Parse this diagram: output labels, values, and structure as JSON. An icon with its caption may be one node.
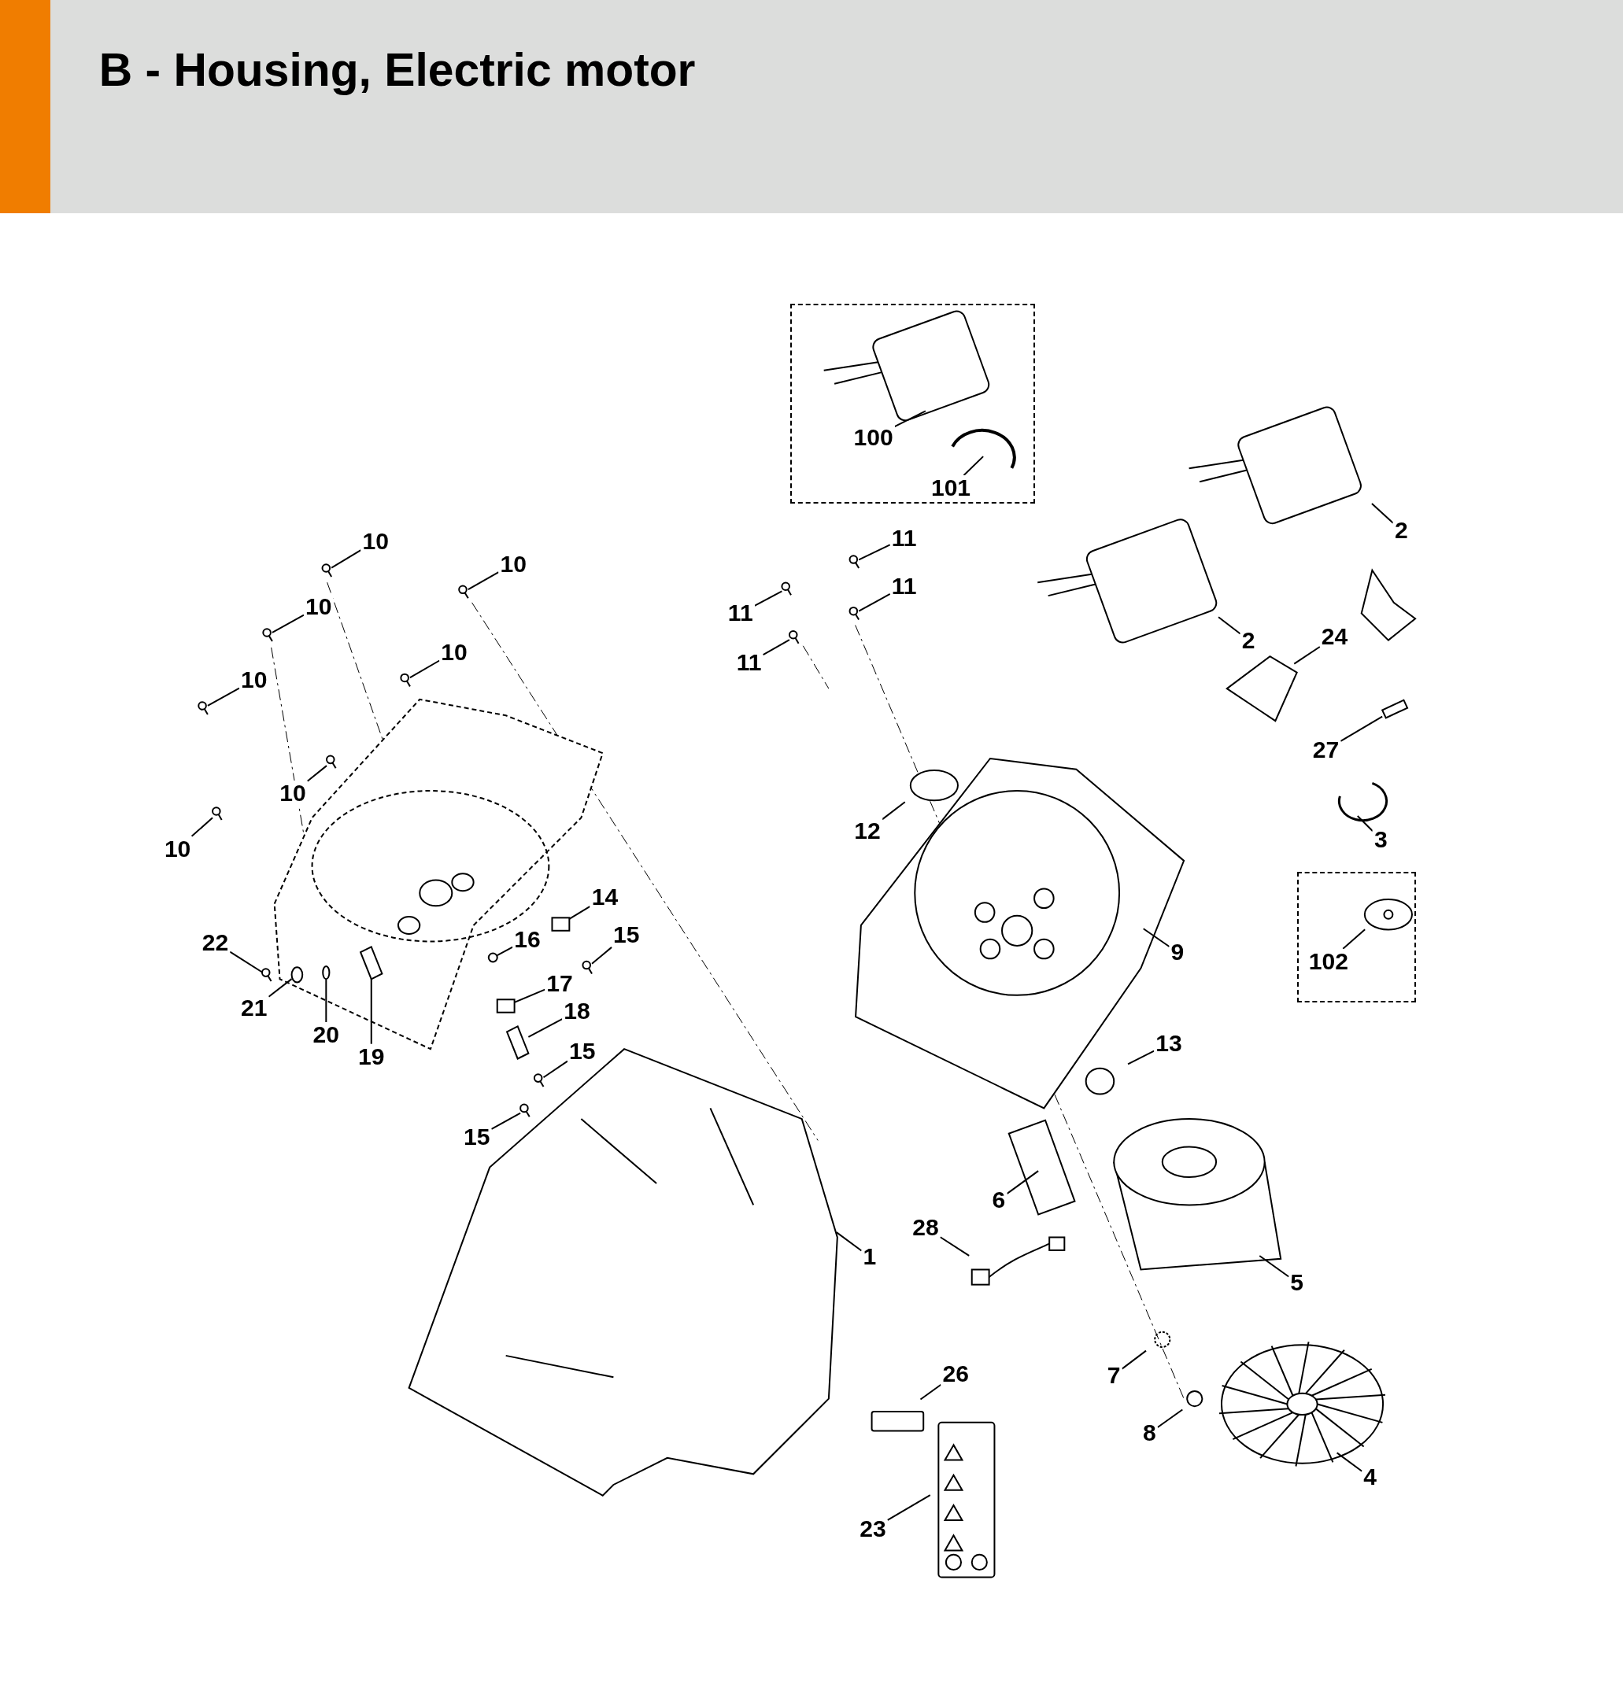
{
  "diagram": {
    "title": "B - Housing, Electric motor",
    "nodes": [
      {
        "text": [],
        "shape": "box"
      },
      {
        "text": [
          "100"
        ],
        "in": 0
      },
      {
        "text": [
          "101"
        ],
        "in": 0
      },
      {
        "text": [
          "2"
        ]
      },
      {
        "text": [
          "10"
        ]
      },
      {
        "text": [
          "11"
        ]
      },
      {
        "text": [
          "10"
        ]
      },
      {
        "text": [
          "11"
        ]
      },
      {
        "text": [
          "10"
        ]
      },
      {
        "text": [
          "11"
        ]
      },
      {
        "text": [
          "24"
        ]
      },
      {
        "text": [
          "2"
        ]
      },
      {
        "text": [
          "10"
        ]
      },
      {
        "text": [
          "11"
        ]
      },
      {
        "text": [
          "10"
        ]
      },
      {
        "text": [
          "27"
        ]
      },
      {
        "text": [
          "10"
        ]
      },
      {
        "text": [
          "12"
        ]
      },
      {
        "text": [
          "3"
        ]
      },
      {
        "text": [
          "10"
        ]
      },
      {
        "text": [],
        "shape": "box"
      },
      {
        "text": [
          "102"
        ],
        "in": 20
      },
      {
        "text": [
          "14"
        ]
      },
      {
        "text": [
          "15"
        ]
      },
      {
        "text": [
          "16"
        ]
      },
      {
        "text": [
          "22"
        ]
      },
      {
        "text": [
          "9"
        ]
      },
      {
        "text": [
          "17"
        ]
      },
      {
        "text": [
          "21"
        ]
      },
      {
        "text": [
          "18"
        ]
      },
      {
        "text": [
          "20"
        ]
      },
      {
        "text": [
          "13"
        ]
      },
      {
        "text": [
          "15"
        ]
      },
      {
        "text": [
          "19"
        ]
      },
      {
        "text": [
          "15"
        ]
      },
      {
        "text": [
          "6"
        ]
      },
      {
        "text": [
          "28"
        ]
      },
      {
        "text": [
          "1"
        ]
      },
      {
        "text": [
          "5"
        ]
      },
      {
        "text": [
          "26"
        ]
      },
      {
        "text": [
          "7"
        ]
      },
      {
        "text": [
          "8"
        ]
      },
      {
        "text": [
          "4"
        ]
      },
      {
        "text": [
          "23"
        ]
      },
      {
        "text": [],
        "shape": "screw"
      },
      {
        "text": [],
        "shape": "screw"
      },
      {
        "text": [],
        "shape": "screw"
      },
      {
        "text": [],
        "shape": "screw"
      },
      {
        "text": [],
        "shape": "screw"
      },
      {
        "text": [],
        "shape": "screw"
      },
      {
        "text": [],
        "shape": "pin"
      },
      {
        "text": [],
        "shape": "screw"
      },
      {
        "text": [],
        "shape": "screw"
      },
      {
        "text": [],
        "shape": "screw"
      },
      {
        "text": [],
        "shape": "screw"
      },
      {
        "text": [],
        "shape": "screw"
      },
      {
        "text": [],
        "shape": "block"
      },
      {
        "text": [],
        "shape": "screw"
      },
      {
        "text": [],
        "shape": "nut"
      },
      {
        "text": [],
        "shape": "screw"
      },
      {
        "text": [],
        "shape": "block"
      },
      {
        "text": [],
        "shape": "plug"
      },
      {
        "text": [],
        "shape": "clip"
      },
      {
        "text": [],
        "shape": "washer"
      },
      {
        "text": [],
        "shape": "screw"
      },
      {
        "text": [],
        "shape": "clip"
      },
      {
        "text": [],
        "shape": "screw"
      }
    ],
    "edges": [
      {
        "from": 1,
        "to": null,
        "arrow": "none"
      },
      {
        "from": 2,
        "to": null,
        "arrow": "none"
      },
      {
        "from": 3,
        "to": null,
        "arrow": "none"
      },
      {
        "from": 4,
        "to": 44,
        "arrow": "none"
      },
      {
        "from": 5,
        "to": 45,
        "arrow": "none"
      },
      {
        "from": 6,
        "to": 46,
        "arrow": "none"
      },
      {
        "from": 7,
        "to": 47,
        "arrow": "none"
      },
      {
        "from": 8,
        "to": 48,
        "arrow": "none"
      },
      {
        "from": 9,
        "to": 49,
        "arrow": "none"
      },
      {
        "from": 10,
        "to": null,
        "arrow": "none"
      },
      {
        "from": 11,
        "to": null,
        "arrow": "none"
      },
      {
        "from": 12,
        "to": 51,
        "arrow": "none"
      },
      {
        "from": 13,
        "to": 52,
        "arrow": "none"
      },
      {
        "from": 14,
        "to": 53,
        "arrow": "none"
      },
      {
        "from": 15,
        "to": 50,
        "arrow": "none"
      },
      {
        "from": 16,
        "to": 54,
        "arrow": "none"
      },
      {
        "from": 17,
        "to": null,
        "arrow": "none"
      },
      {
        "from": 18,
        "to": null,
        "arrow": "none"
      },
      {
        "from": 19,
        "to": 55,
        "arrow": "none"
      },
      {
        "from": 21,
        "to": null,
        "arrow": "none"
      },
      {
        "from": 22,
        "to": 56,
        "arrow": "none"
      },
      {
        "from": 23,
        "to": 57,
        "arrow": "none"
      },
      {
        "from": 24,
        "to": 58,
        "arrow": "none"
      },
      {
        "from": 25,
        "to": 59,
        "arrow": "none"
      },
      {
        "from": 26,
        "to": null,
        "arrow": "none"
      },
      {
        "from": 27,
        "to": 60,
        "arrow": "none"
      },
      {
        "from": 28,
        "to": 61,
        "arrow": "none"
      },
      {
        "from": 29,
        "to": 62,
        "arrow": "none"
      },
      {
        "from": 30,
        "to": 63,
        "arrow": "none"
      },
      {
        "from": 31,
        "to": null,
        "arrow": "none"
      },
      {
        "from": 32,
        "to": 64,
        "arrow": "none"
      },
      {
        "from": 33,
        "to": 65,
        "arrow": "none"
      },
      {
        "from": 34,
        "to": 66,
        "arrow": "none"
      },
      {
        "from": 35,
        "to": null,
        "arrow": "none"
      },
      {
        "from": 36,
        "to": null,
        "arrow": "none"
      },
      {
        "from": 37,
        "to": null,
        "arrow": "none"
      },
      {
        "from": 38,
        "to": null,
        "arrow": "none"
      },
      {
        "from": 39,
        "to": null,
        "arrow": "none"
      },
      {
        "from": 40,
        "to": null,
        "arrow": "none"
      },
      {
        "from": 41,
        "to": null,
        "arrow": "none"
      },
      {
        "from": 42,
        "to": null,
        "arrow": "none"
      },
      {
        "from": 43,
        "to": null,
        "arrow": "none"
      }
    ]
  }
}
